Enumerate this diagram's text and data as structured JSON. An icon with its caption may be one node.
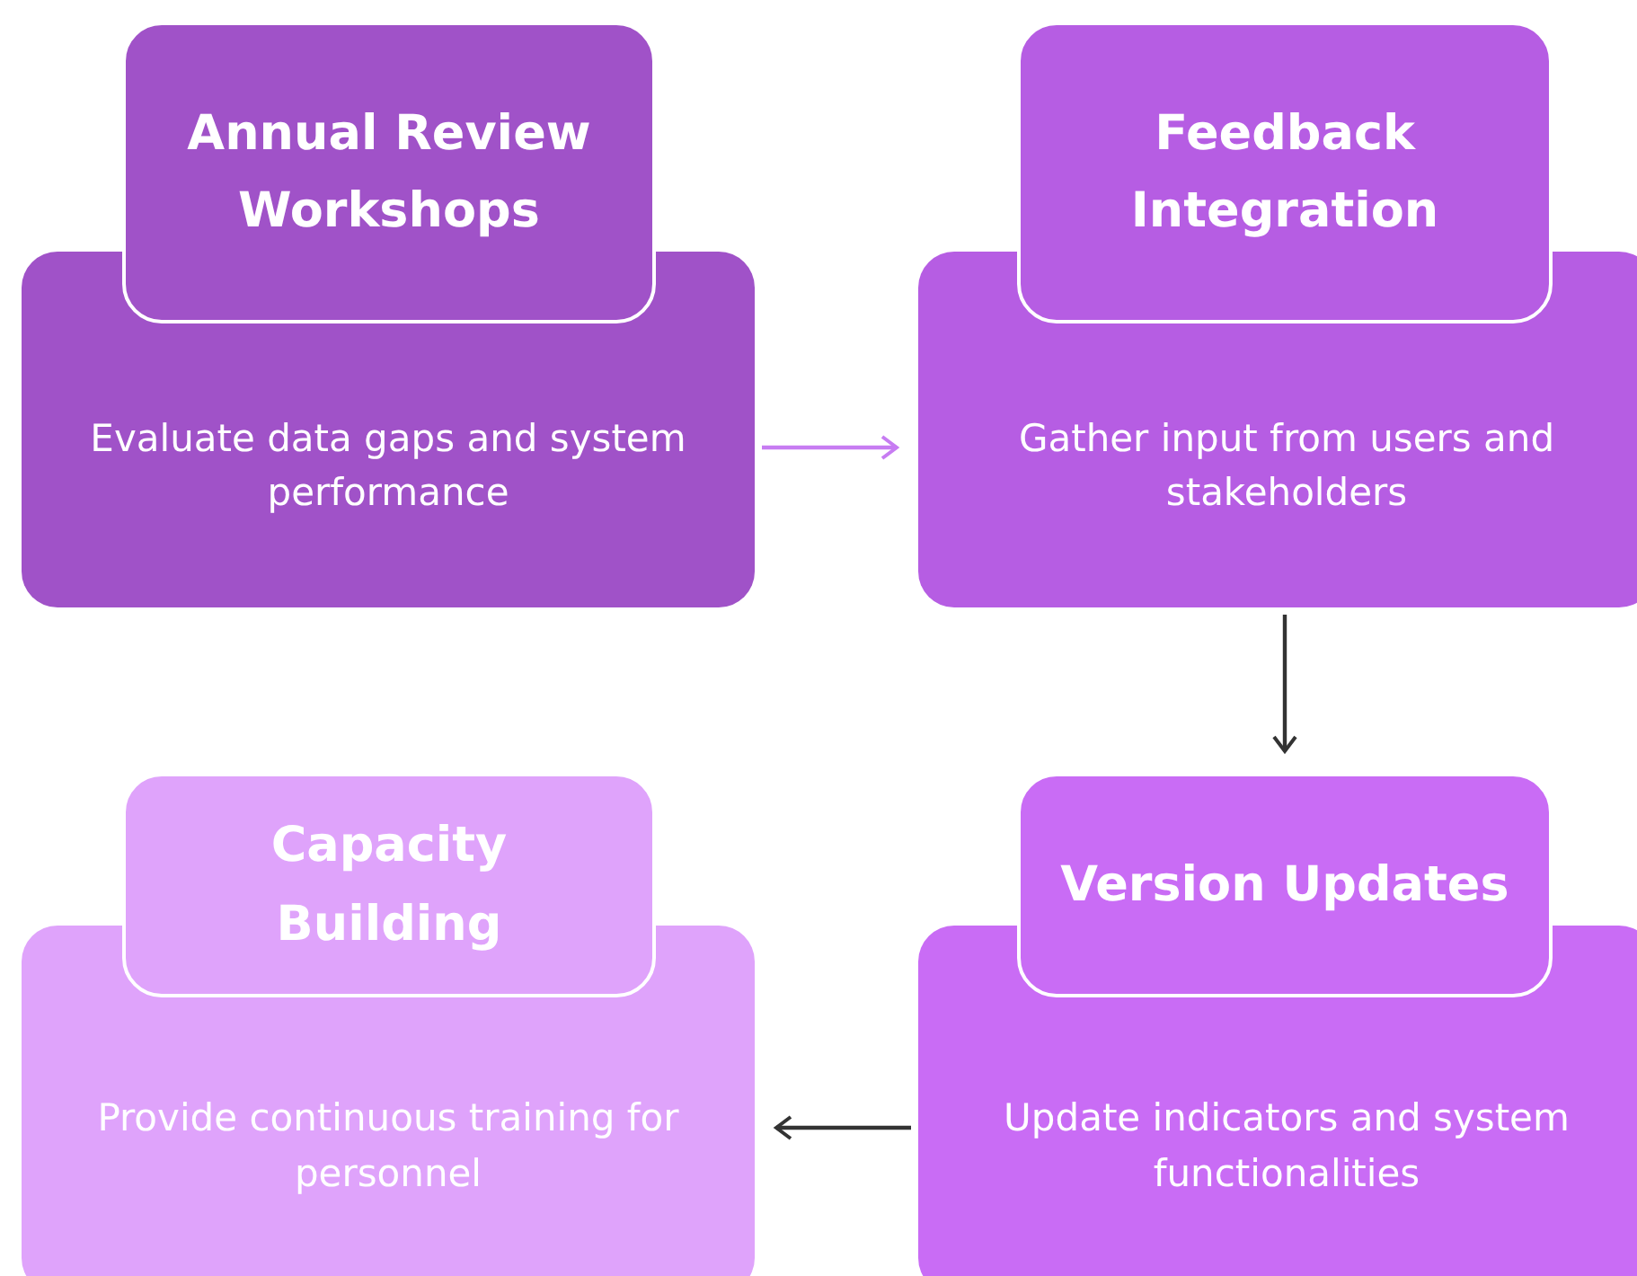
{
  "diagram": {
    "nodes": [
      {
        "text": [
          "Annual Review Workshops",
          "Evaluate data gaps and system performance"
        ]
      },
      {
        "text": [
          "Feedback Integration",
          "Gather input from users and stakeholders"
        ]
      },
      {
        "text": [
          "Capacity Building",
          "Provide continuous training for personnel"
        ]
      },
      {
        "text": [
          "Version Updates",
          "Update indicators and system functionalities"
        ]
      }
    ],
    "edges": [
      {
        "from": 0,
        "to": 1,
        "arrow": "to",
        "color": "#c77cf2"
      },
      {
        "from": 1,
        "to": 3,
        "arrow": "to"
      },
      {
        "from": 3,
        "to": 2,
        "arrow": "to"
      }
    ]
  }
}
